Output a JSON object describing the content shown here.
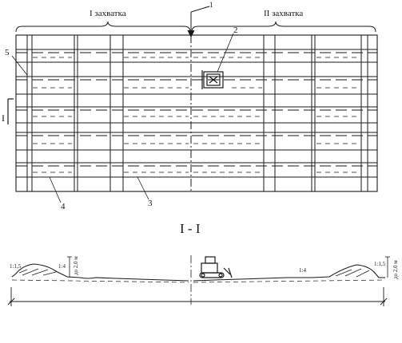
{
  "zones": {
    "left": "I захватка",
    "right": "II захватка"
  },
  "callouts": {
    "n1": "1",
    "n2": "2",
    "n3": "3",
    "n4": "4",
    "n5": "5"
  },
  "section_mark": "I",
  "section_title": "I - I",
  "profile": {
    "slope_left_outer": "1:1,5",
    "slope_left_inner": "1:4",
    "height_left": "до 2,0 м",
    "slope_right_inner": "1:4",
    "slope_right_outer": "1:1,5",
    "height_right": "до 2,0 м"
  }
}
